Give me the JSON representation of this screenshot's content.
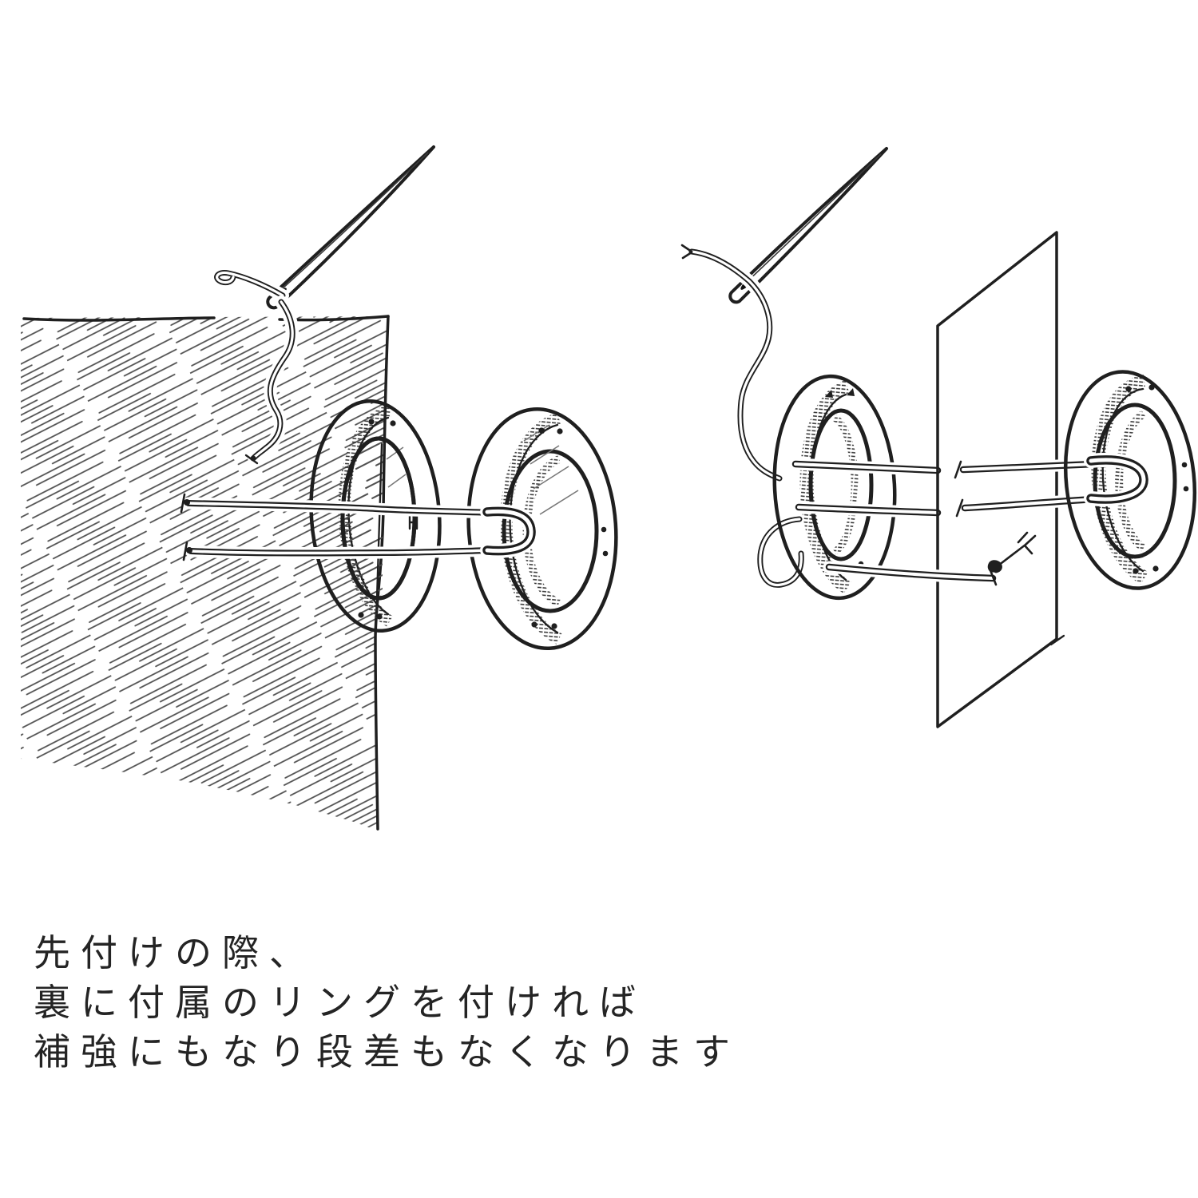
{
  "page": {
    "background": "#ffffff",
    "ink_color": "#1f1f1f",
    "hatch_color": "#4f4f4f"
  },
  "illustration": {
    "kind": "hand-drawn-instruction-sketch",
    "left_scene_parts": [
      "sewing-needle",
      "thread",
      "hatched-fabric",
      "button-prongs",
      "washer-ring-on-fabric",
      "loose-ring-with-clasp"
    ],
    "right_scene_parts": [
      "sewing-needle",
      "thread",
      "thread-loop",
      "back-ring",
      "prong-bars",
      "fabric-sheet",
      "arrow-mark",
      "front-ring-with-clasp"
    ]
  },
  "caption": {
    "line1": "先付けの際、",
    "line2": "裏に付属のリングを付ければ",
    "line3": "補強にもなり段差もなくなります"
  }
}
